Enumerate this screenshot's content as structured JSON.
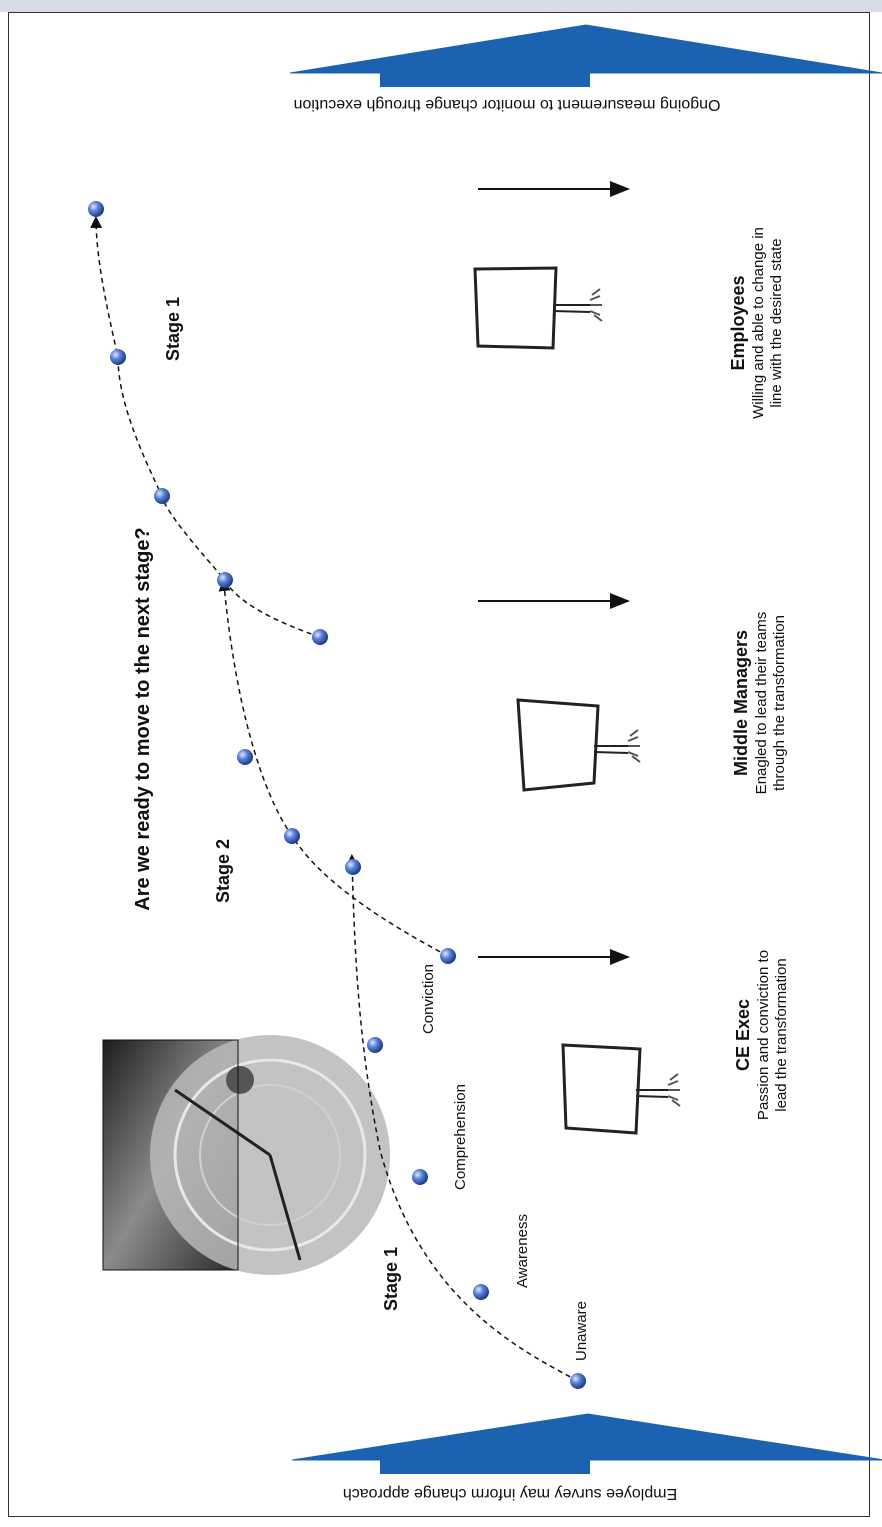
{
  "band": {
    "top_text": "Ongoing measurement to monitor change through execution",
    "bottom_text": "Employee survey may inform change approach",
    "arrow_color": "#1b63b0"
  },
  "question": "Are we ready to move to the next stage?",
  "stages": {
    "stage1_left": "Stage 1",
    "stage2": "Stage 2",
    "stage1_right": "Stage 1"
  },
  "commitment_levels": [
    "Unaware",
    "Awareness",
    "Comprehension",
    "Conviction"
  ],
  "audiences": [
    {
      "title": "CE Exec",
      "line1": "Passion and conviction to",
      "line2": "lead the transformation"
    },
    {
      "title": "Middle Managers",
      "line1": "Enagled to lead their teams",
      "line2": "through the transformation"
    },
    {
      "title": "Employees",
      "line1": "Willing and able to change in",
      "line2": "line with the desired state"
    }
  ],
  "images": {
    "photo": "barometer-photo",
    "sign_icon": "blank-sign-icon"
  },
  "colors": {
    "node": "#3a63b8",
    "frame": "#333333",
    "top_band": "#d6dde9"
  }
}
